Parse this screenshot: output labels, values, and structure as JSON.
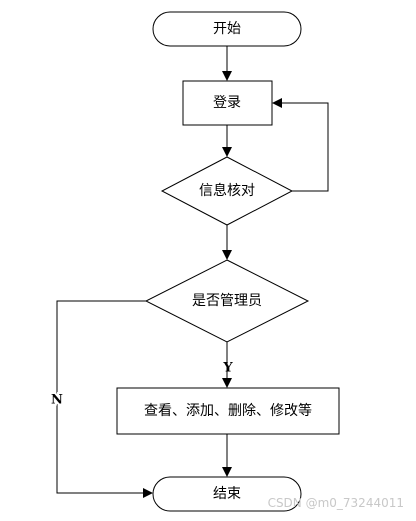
{
  "nodes": {
    "start": "开始",
    "login": "登录",
    "verify": "信息核对",
    "is_admin": "是否管理员",
    "actions": "查看、添加、删除、修改等",
    "end": "结束"
  },
  "edge_labels": {
    "yes": "Y",
    "no": "N"
  },
  "watermark": "CSDN @m0_73244011",
  "colors": {
    "line": "#000000",
    "fill": "#ffffff",
    "watermark": "#c8c8c8"
  }
}
